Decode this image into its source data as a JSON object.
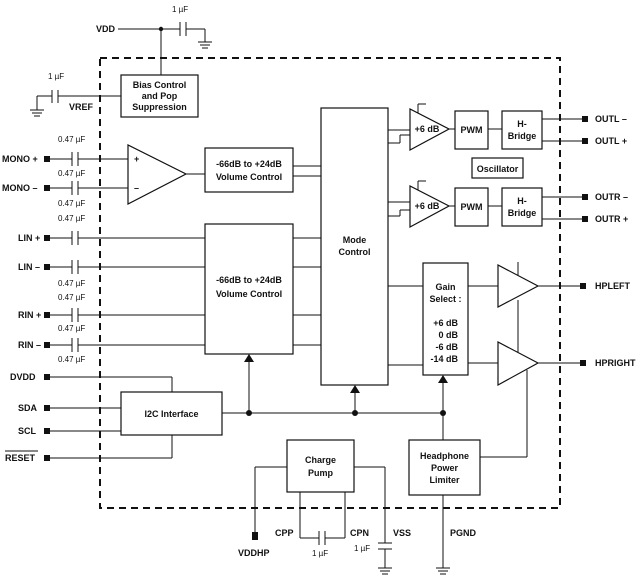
{
  "pins": {
    "vdd": "VDD",
    "vref": "VREF",
    "mono_p": "MONO +",
    "mono_n": "MONO –",
    "lin_p": "LIN +",
    "lin_n": "LIN –",
    "rin_p": "RIN +",
    "rin_n": "RIN –",
    "dvdd": "DVDD",
    "sda": "SDA",
    "scl": "SCL",
    "reset": "RESET",
    "outl_n": "OUTL –",
    "outl_p": "OUTL +",
    "outr_n": "OUTR –",
    "outr_p": "OUTR +",
    "hpleft": "HPLEFT",
    "hpright": "HPRIGHT",
    "vddhp": "VDDHP",
    "cpp": "CPP",
    "cpn": "CPN",
    "vss": "VSS",
    "pgnd": "PGND"
  },
  "caps": {
    "vdd_cap": "1 µF",
    "vref_cap": "1 µF",
    "c1": "0.47 µF",
    "c2": "0.47 µF",
    "c3": "0.47 µF",
    "c4": "0.47 µF",
    "c5": "0.47 µF",
    "c6": "0.47 µF",
    "c7": "0.47 µF",
    "c8": "0.47 µF",
    "cp_cap": "1 µF",
    "vss_cap": "1 µF"
  },
  "blocks": {
    "bias_1": "Bias Control",
    "bias_2": "and Pop",
    "bias_3": "Suppression",
    "mono_vol_1": "-66dB to  +24dB",
    "mono_vol_2": "Volume Control",
    "stereo_vol_1": "-66dB to  +24dB",
    "stereo_vol_2": "Volume Control",
    "mode_1": "Mode",
    "mode_2": "Control",
    "gain_1": "Gain",
    "gain_2": "Select :",
    "gain_opts": [
      "+6 dB",
      "0 dB",
      "-6 dB",
      "-14 dB"
    ],
    "i2c": "I2C Interface",
    "cp_1": "Charge",
    "cp_2": "Pump",
    "hpl_1": "Headphone",
    "hpl_2": "Power",
    "hpl_3": "Limiter",
    "amp_gain_l": "+6 dB",
    "amp_gain_r": "+6 dB",
    "pwm_l": "PWM",
    "pwm_r": "PWM",
    "hb_l_1": "H-",
    "hb_l_2": "Bridge",
    "hb_r_1": "H-",
    "hb_r_2": "Bridge",
    "osc": "Oscillator",
    "op_plus": "+",
    "op_minus": "–"
  }
}
